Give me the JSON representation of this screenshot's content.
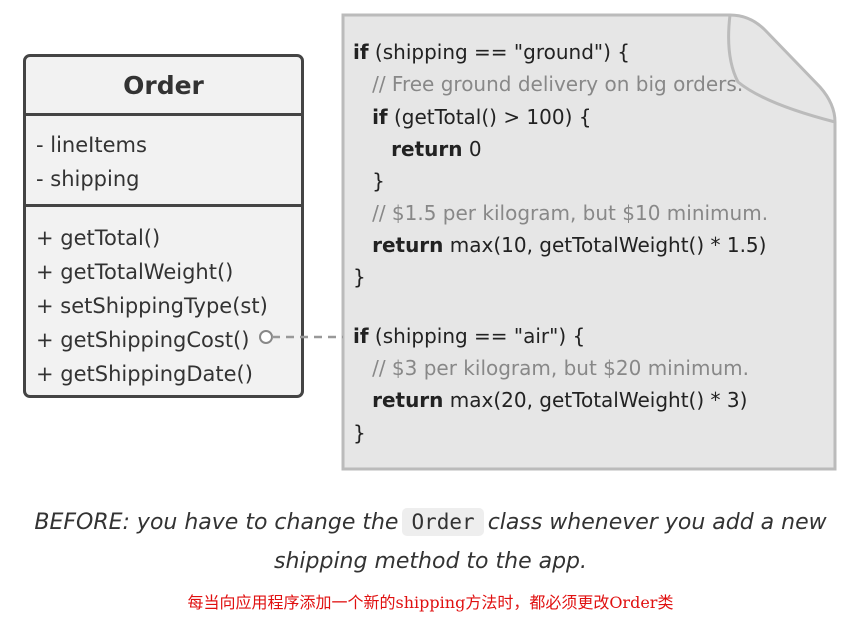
{
  "uml": {
    "class_name": "Order",
    "fields": [
      "- lineItems",
      "- shipping"
    ],
    "methods": [
      "+ getTotal()",
      "+ getTotalWeight()",
      "+ setShippingType(st)",
      "+ getShippingCost()",
      "+ getShippingDate()"
    ]
  },
  "code": {
    "lines": [
      [
        {
          "t": "if",
          "k": "kw"
        },
        {
          "t": " (shipping == \"ground\") {"
        }
      ],
      [
        {
          "t": "   "
        },
        {
          "t": "// Free ground delivery on big orders.",
          "k": "cm"
        }
      ],
      [
        {
          "t": "   "
        },
        {
          "t": "if",
          "k": "kw"
        },
        {
          "t": " (getTotal() > 100) {"
        }
      ],
      [
        {
          "t": "      "
        },
        {
          "t": "return",
          "k": "kw"
        },
        {
          "t": " 0"
        }
      ],
      [
        {
          "t": "   }"
        }
      ],
      [
        {
          "t": "   "
        },
        {
          "t": "// $1.5 per kilogram, but $10 minimum.",
          "k": "cm"
        }
      ],
      [
        {
          "t": "   "
        },
        {
          "t": "return",
          "k": "kw"
        },
        {
          "t": " max(10, getTotalWeight() * 1.5)"
        }
      ],
      [
        {
          "t": "}"
        }
      ],
      [
        {
          "t": ""
        }
      ],
      [
        {
          "t": "if",
          "k": "kw"
        },
        {
          "t": " (shipping == \"air\") {"
        }
      ],
      [
        {
          "t": "   "
        },
        {
          "t": "// $3 per kilogram, but $20 minimum.",
          "k": "cm"
        }
      ],
      [
        {
          "t": "   "
        },
        {
          "t": "return",
          "k": "kw"
        },
        {
          "t": " max(20, getTotalWeight() * 3)"
        }
      ],
      [
        {
          "t": "}"
        }
      ]
    ]
  },
  "caption": {
    "before": "BEFORE: you have to change the",
    "code_word": "Order",
    "after": "class whenever you add a new",
    "line2": "shipping method to the app."
  },
  "translation_note": "每当向应用程序添加一个新的shipping方法时，都必须更改Order类"
}
